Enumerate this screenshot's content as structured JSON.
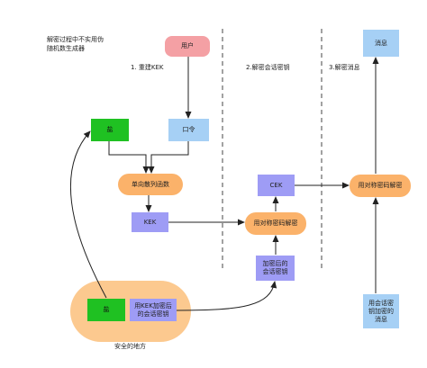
{
  "note": "解密过程中不实用伪随机数生成器",
  "sections": {
    "s1": "1. 重建KEK",
    "s2": "2.解密会话密钥",
    "s3": "3.解密消息"
  },
  "nodes": {
    "user": "用户",
    "password": "口令",
    "salt_top": "盐",
    "hash_func": "单向散列函数",
    "kek": "KEK",
    "cek": "CEK",
    "sym_decrypt_mid": "用对称密码解密",
    "encrypted_session_key": "加密后的会话密钥",
    "sym_decrypt_right": "用对称密码解密",
    "message": "消息",
    "encrypted_message": "用会话密钥加密的消息",
    "salt_bottom": "盐",
    "kek_encrypted_session_key": "用KEK加密后的会话密钥",
    "safe_place": "安全的地方"
  },
  "colors": {
    "pink": "#f4a0a4",
    "blue": "#a6d0f5",
    "green": "#1fc122",
    "orange": "#fbb26a",
    "purple": "#9e9cf5",
    "safe": "#fcc98f"
  }
}
